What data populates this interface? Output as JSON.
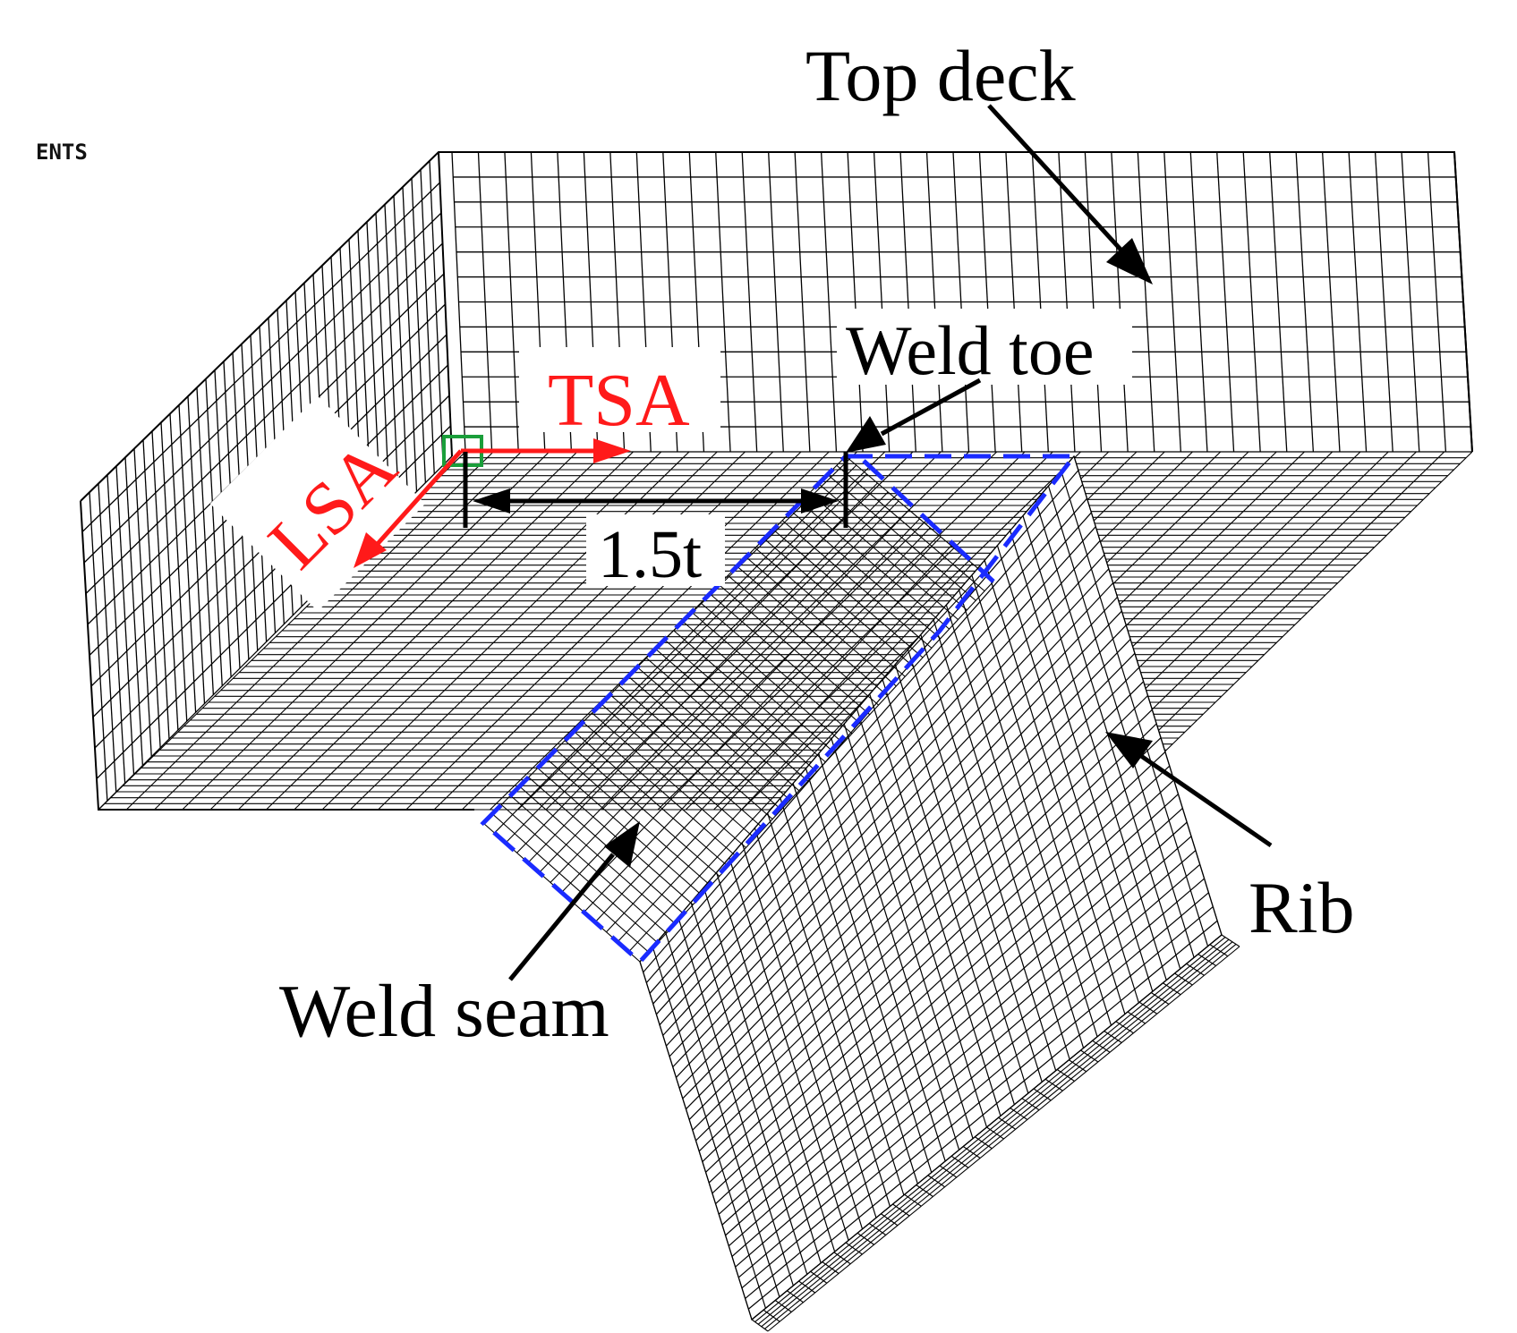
{
  "corner_text": "ENTS",
  "labels": {
    "top_deck": "Top deck",
    "weld_toe": "Weld toe",
    "tsa": "TSA",
    "lsa": "LSA",
    "distance": "1.5t",
    "rib": "Rib",
    "weld_seam": "Weld seam"
  },
  "colors": {
    "mesh": "#000000",
    "label": "#000000",
    "axis": "#ff1a1a",
    "weld_region": "#1a2bff",
    "reference_point": "#1a9e3a"
  }
}
